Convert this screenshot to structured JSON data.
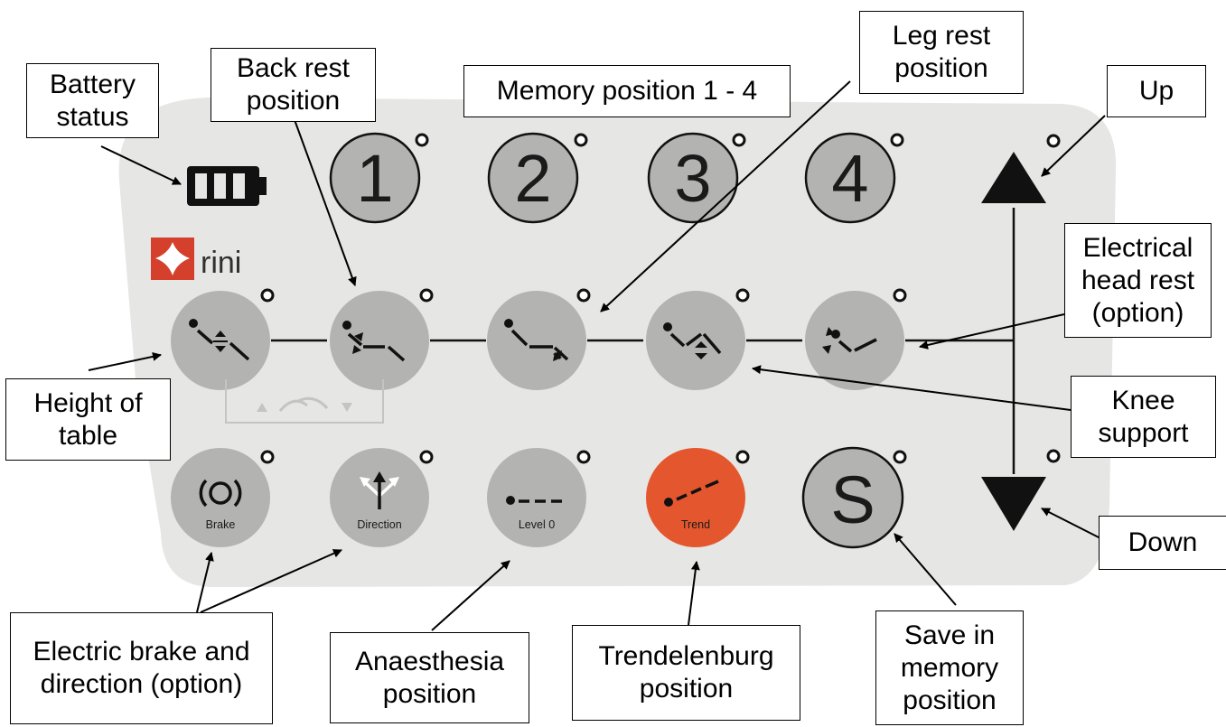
{
  "panel": {
    "brand_text": "rini",
    "memory_buttons": [
      "1",
      "2",
      "3",
      "4"
    ],
    "save_button": "S",
    "bottom_buttons": {
      "brake": "Brake",
      "direction": "Direction",
      "level0": "Level 0",
      "trend": "Trend"
    }
  },
  "callouts": {
    "battery_status": "Battery\nstatus",
    "back_rest": "Back rest\nposition",
    "memory_position": "Memory position 1 - 4",
    "leg_rest": "Leg rest\nposition",
    "up": "Up",
    "electrical_head_rest": "Electrical\nhead rest\n(option)",
    "height_of_table": "Height of\ntable",
    "knee_support": "Knee\nsupport",
    "down": "Down",
    "electric_brake": "Electric brake and\ndirection (option)",
    "anaesthesia": "Anaesthesia\nposition",
    "trendelenburg": "Trendelenburg\nposition",
    "save_in_memory": "Save in\nmemory\nposition"
  },
  "colors": {
    "panel_bg": "#e6e6e4",
    "button_gray": "#b3b3b1",
    "trend_orange": "#e4572e",
    "brand_red": "#d4402c"
  }
}
